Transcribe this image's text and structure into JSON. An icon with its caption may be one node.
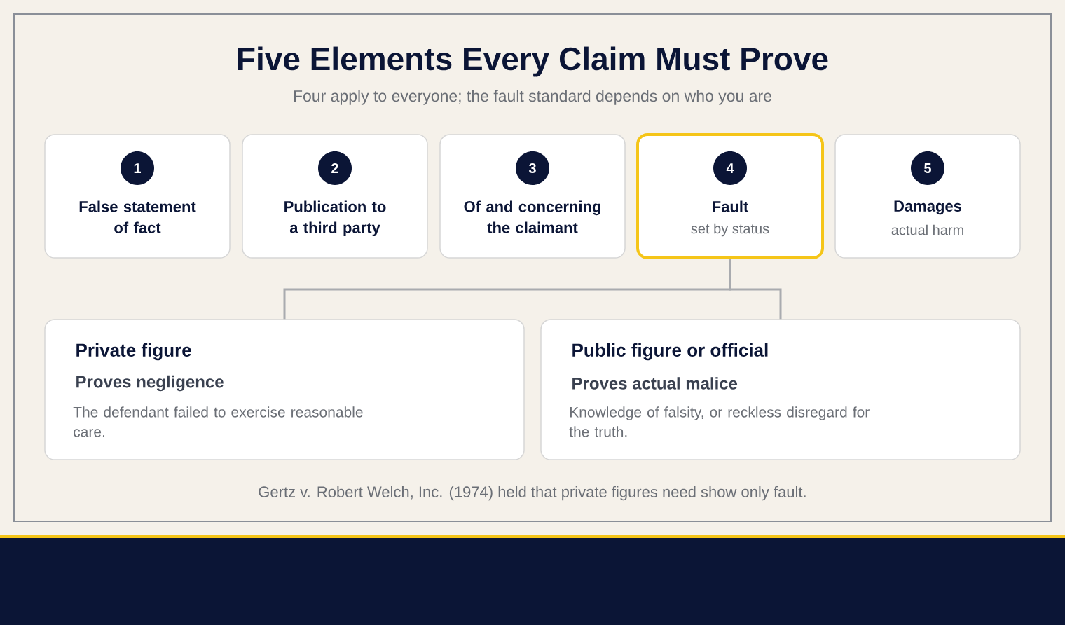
{
  "diagram": {
    "title": "Five Elements Every Claim Must Prove",
    "caption": "Gertz v. Robert Welch, Inc. (1974) held that private figures need show only fault.",
    "labels": [
      "Four apply to everyone; the fault standard depends on who you are"
    ],
    "nodes": [
      {
        "text": [
          "1",
          "False statement of fact"
        ]
      },
      {
        "text": [
          "2",
          "Publication to a third party"
        ]
      },
      {
        "text": [
          "3",
          "Of and concerning the claimant"
        ]
      },
      {
        "text": [
          "4",
          "Fault",
          "set by status"
        ]
      },
      {
        "text": [
          "5",
          "Damages",
          "actual harm"
        ]
      },
      {
        "text": [
          "Private figure",
          "Proves negligence",
          "The defendant failed to exercise reasonable care."
        ]
      },
      {
        "text": [
          "Public figure or official",
          "Proves actual malice",
          "Knowledge of falsity, or reckless disregard for the truth."
        ]
      }
    ],
    "edges": [
      {
        "from": 3,
        "to": 5,
        "arrow": "none"
      },
      {
        "from": 3,
        "to": 6,
        "arrow": "none"
      }
    ]
  }
}
